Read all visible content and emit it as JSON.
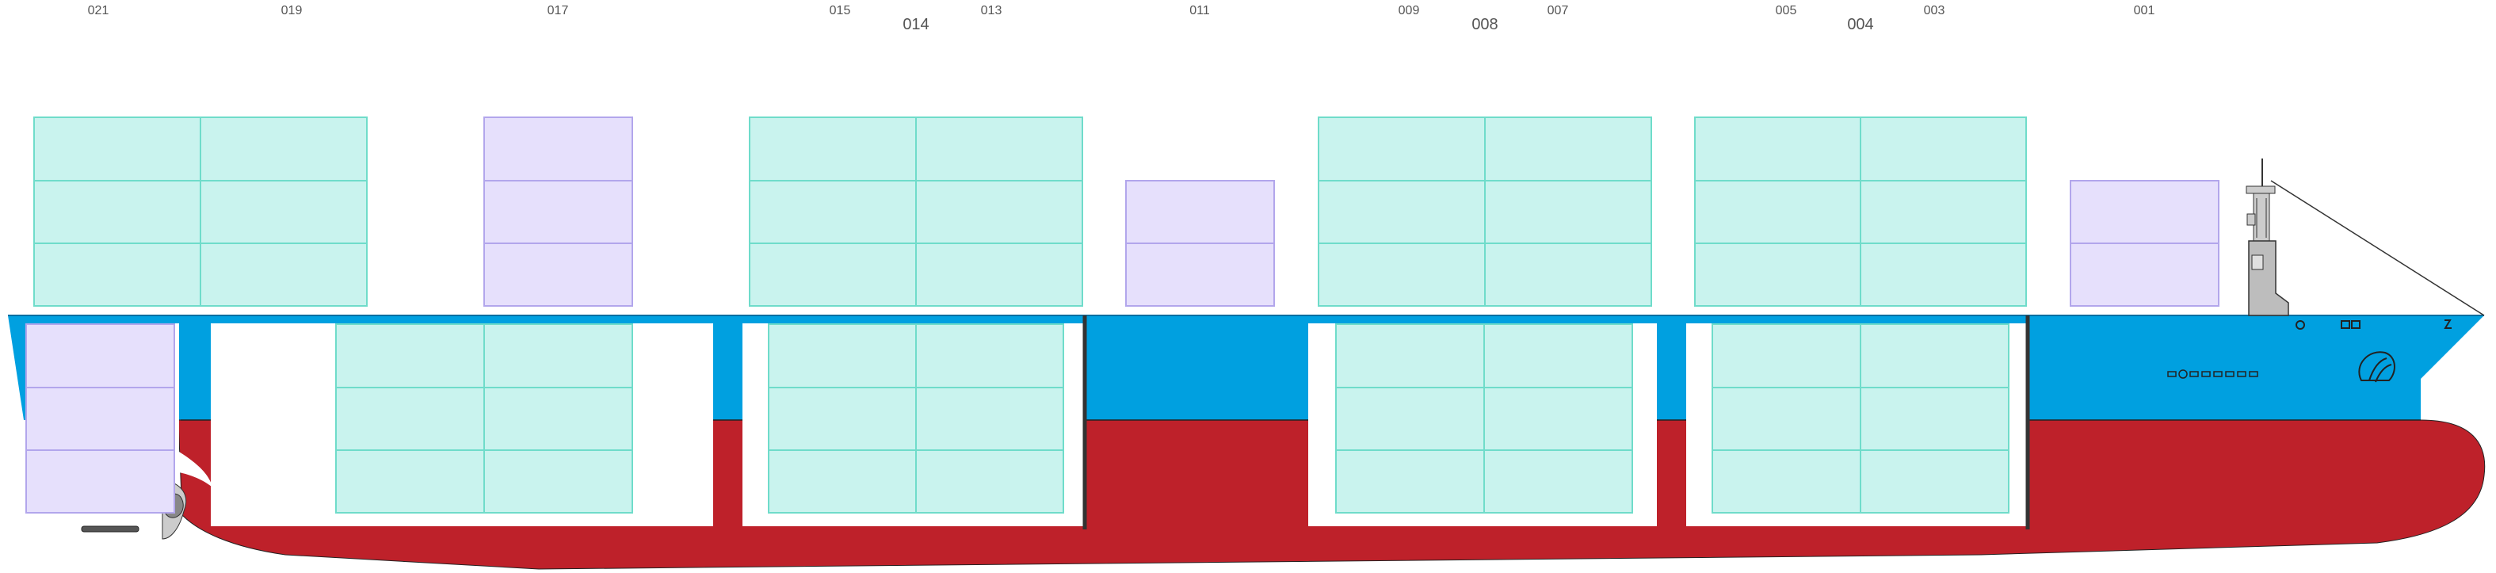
{
  "bay_labels": {
    "top_row": [
      "021",
      "019",
      "017",
      "015",
      "013",
      "011",
      "009",
      "007",
      "005",
      "003",
      "001"
    ],
    "groups": [
      "014",
      "008",
      "004"
    ]
  },
  "colors": {
    "hull_red": "#be212a",
    "hull_blue": "#00a0e0",
    "container_20ft_fill": "#c9f3ee",
    "container_20ft_stroke": "#6fdcca",
    "container_40ft_fill": "#e6e0fc",
    "container_40ft_stroke": "#b2a6ec"
  },
  "icons": [
    "bridge-tower-icon",
    "mast-icon",
    "anchor-hawse-icon",
    "propeller-icon",
    "rudder-icon",
    "company-logo-icon"
  ]
}
